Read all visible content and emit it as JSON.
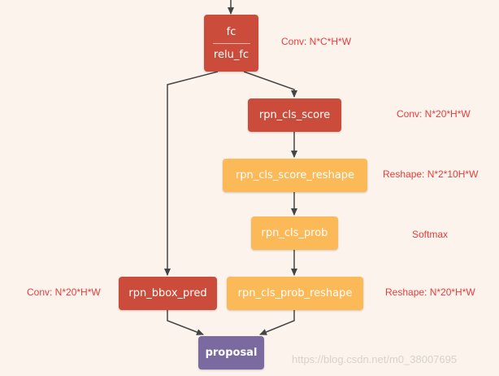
{
  "nodes": {
    "fc_top": "fc",
    "fc_bottom": "relu_fc",
    "rpn_cls_score": "rpn_cls_score",
    "rpn_cls_score_reshape": "rpn_cls_score_reshape",
    "rpn_cls_prob": "rpn_cls_prob",
    "rpn_cls_prob_reshape": "rpn_cls_prob_reshape",
    "rpn_bbox_pred": "rpn_bbox_pred",
    "proposal": "proposal"
  },
  "annotations": {
    "fc": "Conv: N*C*H*W",
    "cls_score": "Conv: N*20*H*W",
    "cls_score_reshape": "Reshape: N*2*10H*W",
    "cls_prob": "Softmax",
    "bbox_pred": "Conv: N*20*H*W",
    "cls_prob_reshape": "Reshape: N*20*H*W"
  },
  "watermark": "https://blog.csdn.net/m0_38007695",
  "colors": {
    "background": "#fbf3ec",
    "conv_node": "#cc4c3b",
    "reshape_node": "#fbb957",
    "proposal_node": "#7b6aa0",
    "annotation": "#e63d3d",
    "edge": "#444444"
  }
}
